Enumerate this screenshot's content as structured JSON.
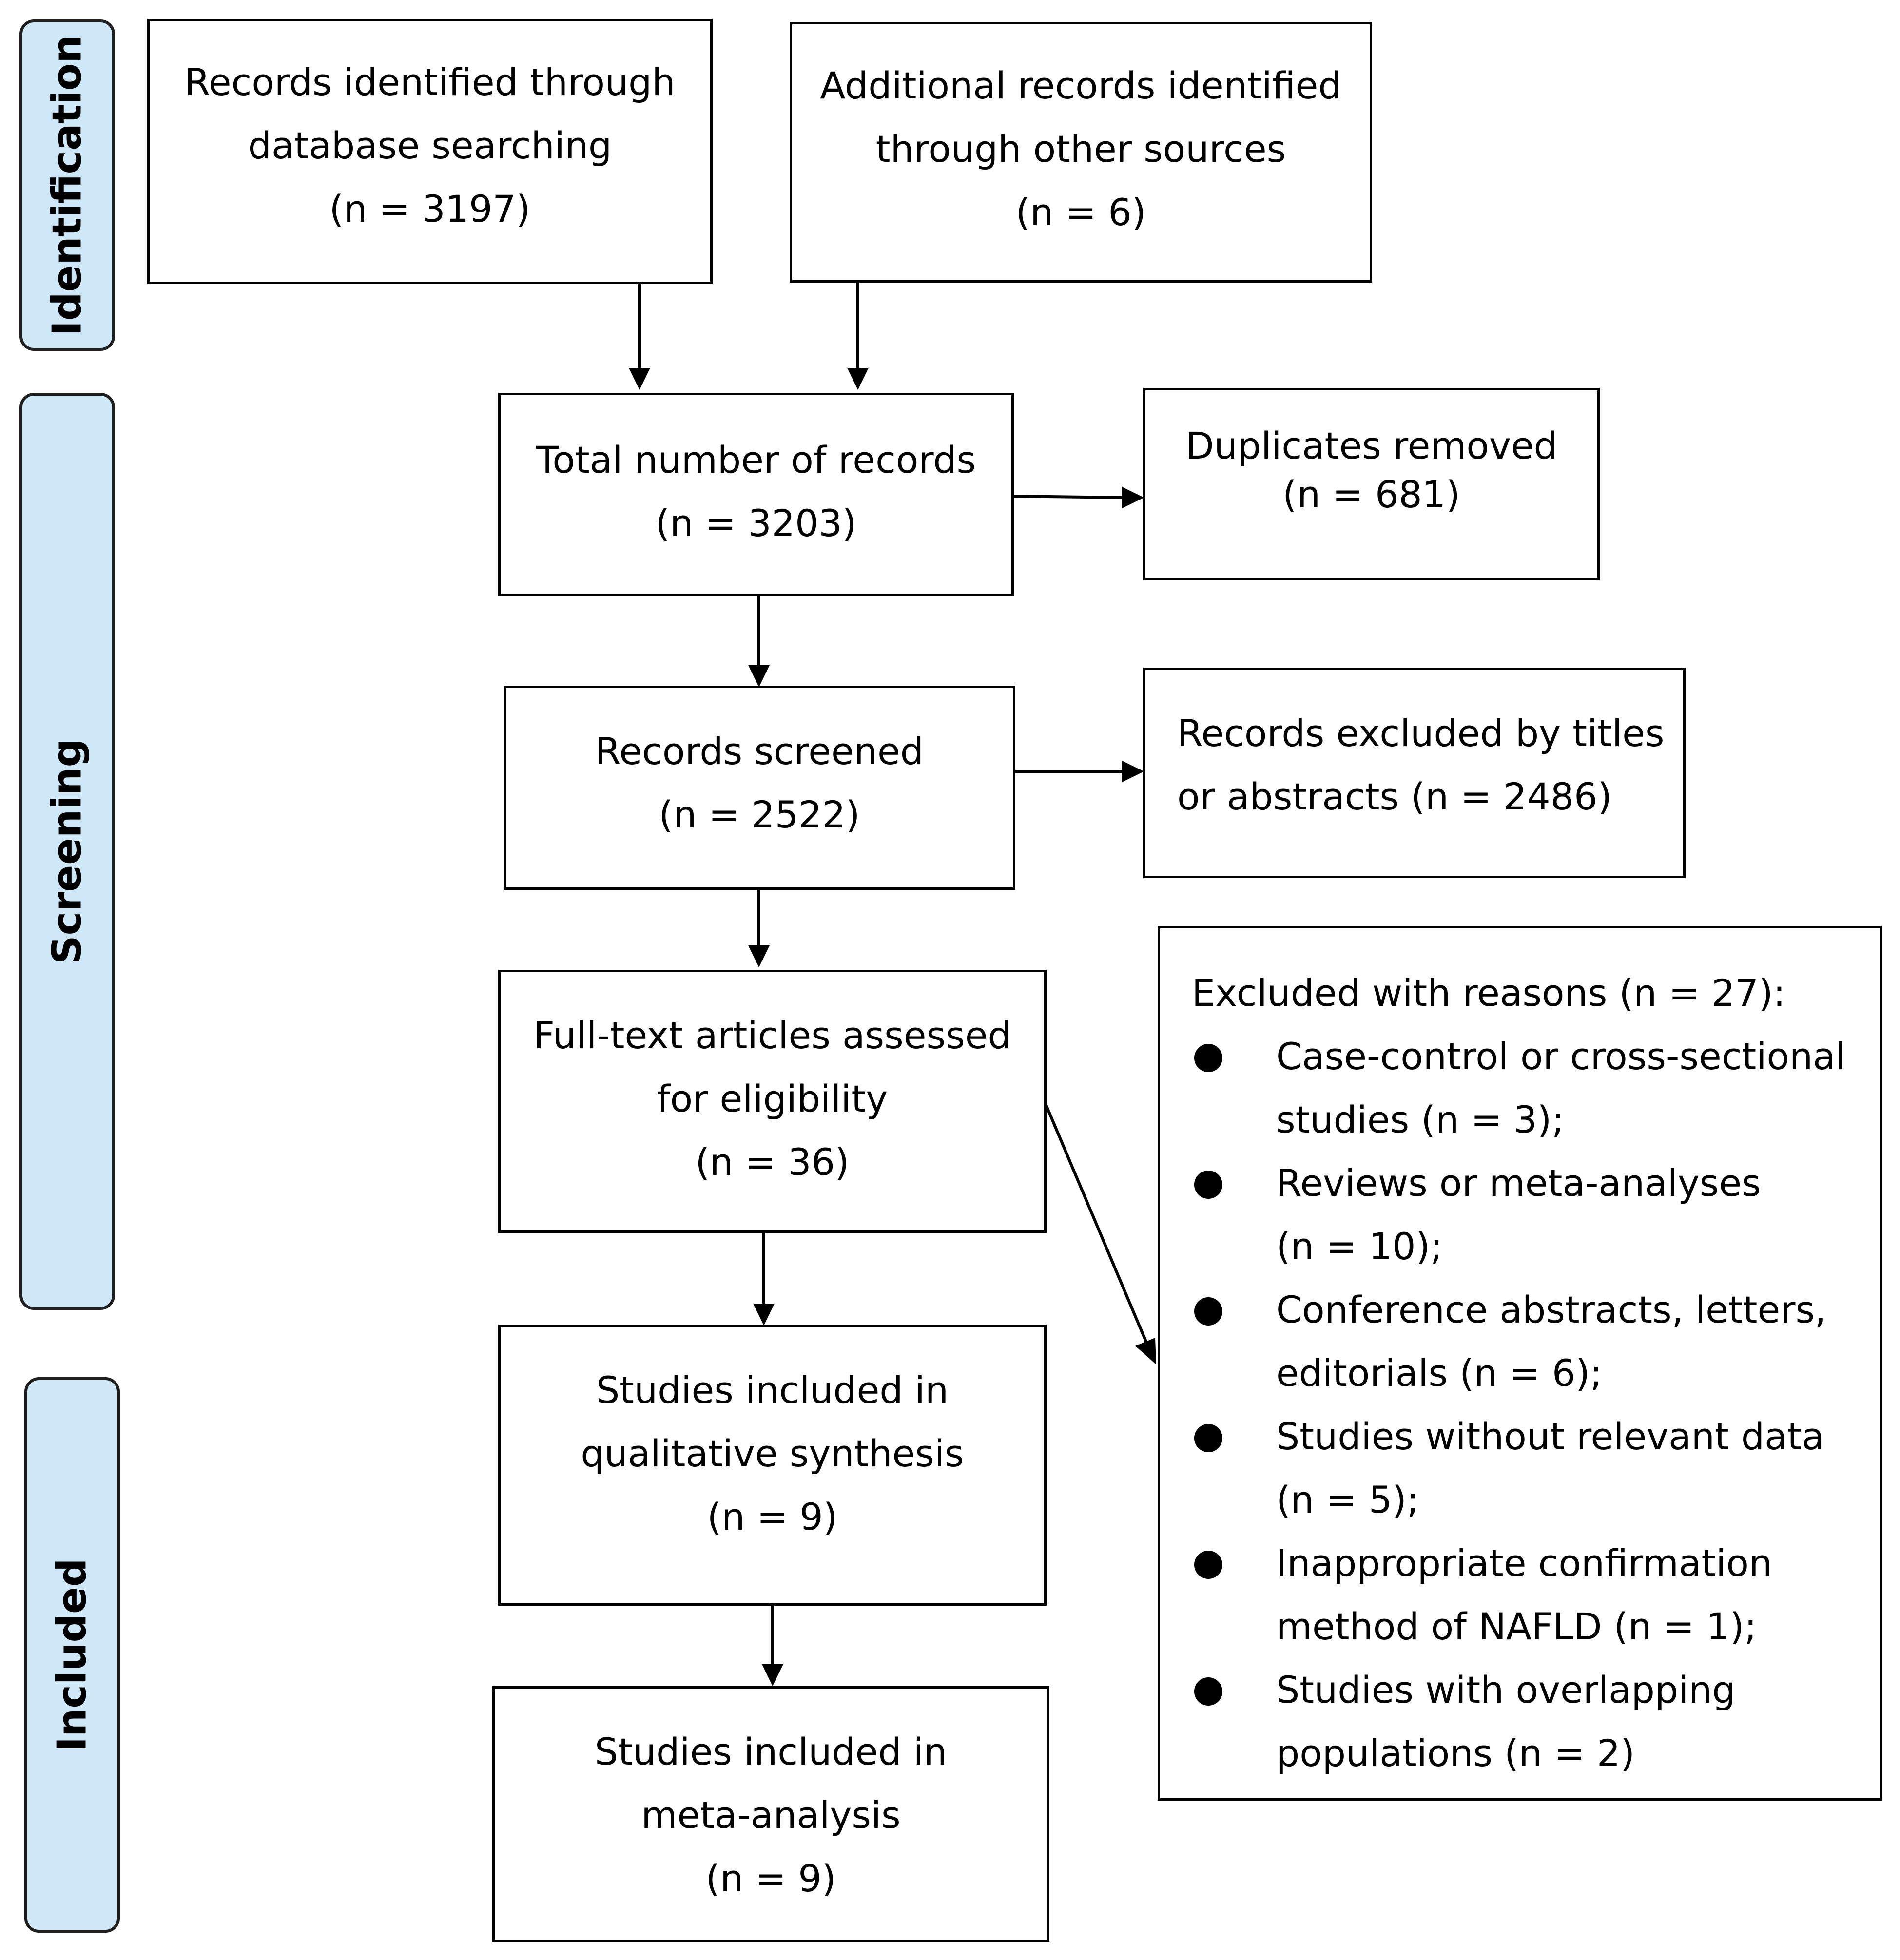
{
  "stages": {
    "identification": "Identification",
    "screening": "Screening",
    "included": "Included"
  },
  "boxes": {
    "database": {
      "line1": "Records identified through",
      "line2": "database searching",
      "line3": "(n = 3197)"
    },
    "other_sources": {
      "line1": "Additional records identified",
      "line2": "through other sources",
      "line3": "(n = 6)"
    },
    "total": {
      "line1": "Total number of records",
      "line2": "(n = 3203)"
    },
    "duplicates": {
      "line1": "Duplicates removed",
      "line2": "(n = 681)"
    },
    "screened": {
      "line1": "Records screened",
      "line2": "(n = 2522)"
    },
    "excluded_titles": {
      "line1": "Records excluded by titles",
      "line2": "or abstracts (n = 2486)"
    },
    "fulltext": {
      "line1": "Full-text articles assessed",
      "line2": "for eligibility",
      "line3": "(n = 36)"
    },
    "qualitative": {
      "line1": "Studies included in",
      "line2": "qualitative synthesis",
      "line3": "(n = 9)"
    },
    "meta": {
      "line1": "Studies included in",
      "line2": "meta-analysis",
      "line3": "(n = 9)"
    },
    "excluded_reasons": {
      "title": "Excluded with reasons (n = 27):",
      "items": [
        {
          "line1": "Case-control or cross-sectional",
          "line2": "studies (n = 3);"
        },
        {
          "line1": "Reviews or meta-analyses",
          "line2": " (n = 10);"
        },
        {
          "line1": "Conference abstracts, letters,",
          "line2": "editorials (n = 6);"
        },
        {
          "line1": "Studies without relevant data",
          "line2": "(n = 5);"
        },
        {
          "line1": "Inappropriate confirmation",
          "line2": "method of NAFLD (n = 1);"
        },
        {
          "line1": "Studies with overlapping",
          "line2": "populations (n = 2)"
        }
      ]
    }
  }
}
